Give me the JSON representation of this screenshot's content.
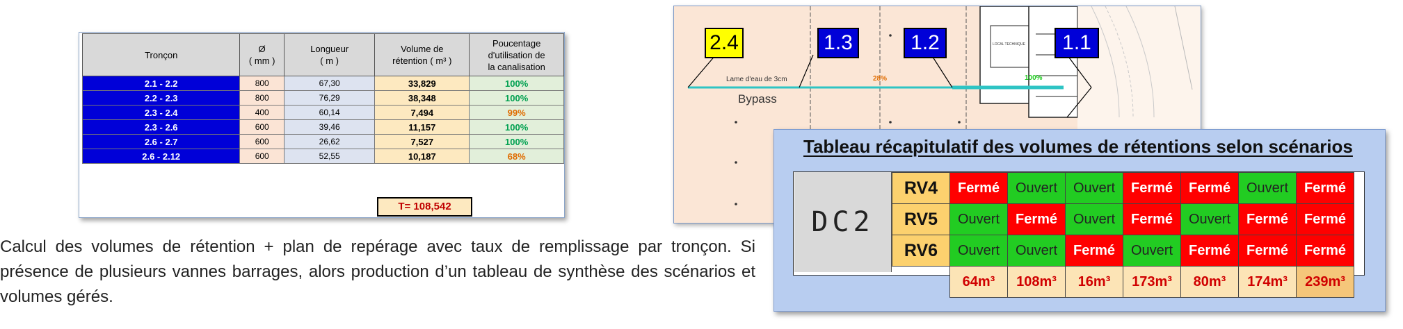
{
  "table1": {
    "headers": {
      "troncon": "Tronçon",
      "diam": "Ø",
      "diam_unit": "( mm )",
      "longueur": "Longueur",
      "longueur_unit": "( m )",
      "volume": "Volume de",
      "volume_unit": "rétention ( m³ )",
      "pct1": "Poucentage",
      "pct2": "d'utilisation de",
      "pct3": "la canalisation"
    },
    "rows": [
      {
        "troncon": "2.1 - 2.2",
        "diam": "800",
        "longueur": "67,30",
        "volume": "33,829",
        "pct": "100%",
        "pct_color": "#00a050"
      },
      {
        "troncon": "2.2 - 2.3",
        "diam": "800",
        "longueur": "76,29",
        "volume": "38,348",
        "pct": "100%",
        "pct_color": "#00a050"
      },
      {
        "troncon": "2.3 - 2.4",
        "diam": "400",
        "longueur": "60,14",
        "volume": "7,494",
        "pct": "99%",
        "pct_color": "#e06c00"
      },
      {
        "troncon": "2.3 - 2.6",
        "diam": "600",
        "longueur": "39,46",
        "volume": "11,157",
        "pct": "100%",
        "pct_color": "#00a050"
      },
      {
        "troncon": "2.6 - 2.7",
        "diam": "600",
        "longueur": "26,62",
        "volume": "7,527",
        "pct": "100%",
        "pct_color": "#00a050"
      },
      {
        "troncon": "2.6 - 2.12",
        "diam": "600",
        "longueur": "52,55",
        "volume": "10,187",
        "pct": "68%",
        "pct_color": "#e06c00"
      }
    ],
    "total": "T= 108,542"
  },
  "caption": "Calcul des volumes de rétention + plan de repérage avec taux de remplissage par tronçon. Si présence de plusieurs vannes barrages, alors production d’un tableau de synthèse des scénarios et volumes gérés.",
  "plan": {
    "tags": [
      "2.4",
      "1.3",
      "1.2",
      "1.1"
    ],
    "lame": "Lame d'eau de 3cm",
    "bypass": "Bypass",
    "pct_28": "28%",
    "pct_100": "100%",
    "local": "LOCAL TECHNIQUE"
  },
  "summary": {
    "title": "Tableau récapitulatif des volumes de rétentions selon scénarios",
    "group": "DC2",
    "rows": [
      {
        "label": "RV4",
        "cells": [
          "Fermé",
          "Ouvert",
          "Ouvert",
          "Fermé",
          "Fermé",
          "Ouvert",
          "Fermé"
        ]
      },
      {
        "label": "RV5",
        "cells": [
          "Ouvert",
          "Fermé",
          "Ouvert",
          "Fermé",
          "Ouvert",
          "Fermé",
          "Fermé"
        ]
      },
      {
        "label": "RV6",
        "cells": [
          "Ouvert",
          "Ouvert",
          "Fermé",
          "Ouvert",
          "Fermé",
          "Fermé",
          "Fermé"
        ]
      }
    ],
    "volumes": [
      "64m³",
      "108m³",
      "16m³",
      "173m³",
      "80m³",
      "174m³",
      "239m³"
    ],
    "colors": {
      "ferme": "#ff0000",
      "ouvert": "#22cc22"
    }
  }
}
